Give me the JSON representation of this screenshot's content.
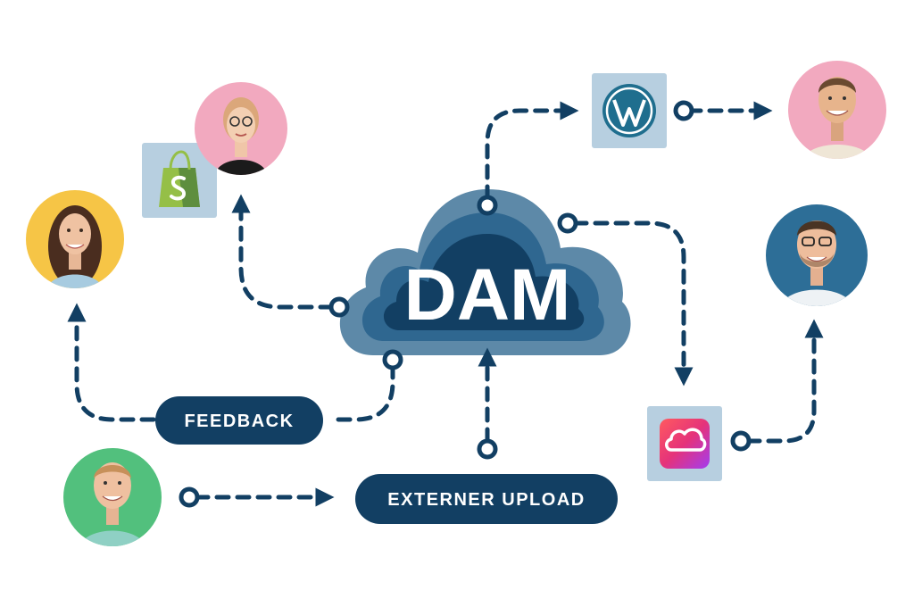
{
  "cloud": {
    "label": "DAM"
  },
  "pills": {
    "feedback": "FEEDBACK",
    "upload": "EXTERNER UPLOAD"
  },
  "apps": [
    {
      "name": "shopify-icon"
    },
    {
      "name": "wordpress-icon"
    },
    {
      "name": "creative-cloud-icon"
    }
  ],
  "people": [
    {
      "name": "avatar-woman-glasses-pink"
    },
    {
      "name": "avatar-woman-yellow"
    },
    {
      "name": "avatar-man-green"
    },
    {
      "name": "avatar-man-pink"
    },
    {
      "name": "avatar-man-glasses-blue"
    }
  ],
  "colors": {
    "navy": "#123f63",
    "cloud_outer": "#5d89a8",
    "cloud_mid": "#2f6790",
    "cloud_inner": "#123f63",
    "app_bg": "#b7cfe0",
    "pink": "#f2a9bf",
    "yellow": "#f6c546",
    "green": "#52c07d",
    "blue": "#2d6e97"
  }
}
